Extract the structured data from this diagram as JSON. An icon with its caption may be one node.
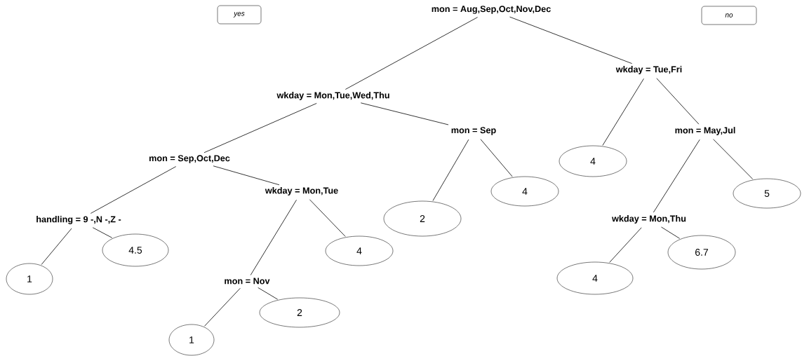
{
  "diagram": {
    "nodes": [
      {
        "text": [
          "yes"
        ]
      },
      {
        "text": [
          "mon = Aug,Sep,Oct,Nov,Dec"
        ]
      },
      {
        "text": [
          "no"
        ]
      },
      {
        "text": [
          "wkday = Mon,Tue,Wed,Thu"
        ]
      },
      {
        "text": [
          "wkday = Tue,Fri"
        ]
      },
      {
        "text": [
          "mon = Sep"
        ]
      },
      {
        "text": [
          "mon = Sep,Oct,Dec"
        ]
      },
      {
        "text": [
          "wkday = Mon,Tue"
        ]
      },
      {
        "text": [
          "4"
        ]
      },
      {
        "text": [
          "mon = May,Jul"
        ]
      },
      {
        "text": [
          "4"
        ]
      },
      {
        "text": [
          "5"
        ]
      },
      {
        "text": [
          "2"
        ]
      },
      {
        "text": [
          "handling = 9 -,N -,Z -"
        ]
      },
      {
        "text": [
          "wkday = Mon,Thu"
        ]
      },
      {
        "text": [
          "4.5"
        ]
      },
      {
        "text": [
          "4"
        ]
      },
      {
        "text": [
          "6.7"
        ]
      },
      {
        "text": [
          "1"
        ]
      },
      {
        "text": [
          "mon = Nov"
        ]
      },
      {
        "text": [
          "4"
        ]
      },
      {
        "text": [
          "2"
        ]
      },
      {
        "text": [
          "1"
        ]
      }
    ],
    "edges": [
      {
        "from": 1,
        "to": 3,
        "arrow": "none"
      },
      {
        "from": 1,
        "to": 4,
        "arrow": "none"
      },
      {
        "from": 3,
        "to": 6,
        "arrow": "none"
      },
      {
        "from": 3,
        "to": 5,
        "arrow": "none"
      },
      {
        "from": 4,
        "to": 8,
        "arrow": "none"
      },
      {
        "from": 4,
        "to": 9,
        "arrow": "none"
      },
      {
        "from": 5,
        "to": 12,
        "arrow": "none"
      },
      {
        "from": 5,
        "to": 10,
        "arrow": "none"
      },
      {
        "from": 6,
        "to": 13,
        "arrow": "none"
      },
      {
        "from": 6,
        "to": 7,
        "arrow": "none"
      },
      {
        "from": 7,
        "to": 19,
        "arrow": "none"
      },
      {
        "from": 7,
        "to": 16,
        "arrow": "none"
      },
      {
        "from": 13,
        "to": 18,
        "arrow": "none"
      },
      {
        "from": 13,
        "to": 15,
        "arrow": "none"
      },
      {
        "from": 19,
        "to": 22,
        "arrow": "none"
      },
      {
        "from": 19,
        "to": 21,
        "arrow": "none"
      },
      {
        "from": 9,
        "to": 14,
        "arrow": "none"
      },
      {
        "from": 9,
        "to": 11,
        "arrow": "none"
      },
      {
        "from": 14,
        "to": 20,
        "arrow": "none"
      },
      {
        "from": 14,
        "to": 17,
        "arrow": "none"
      }
    ]
  }
}
